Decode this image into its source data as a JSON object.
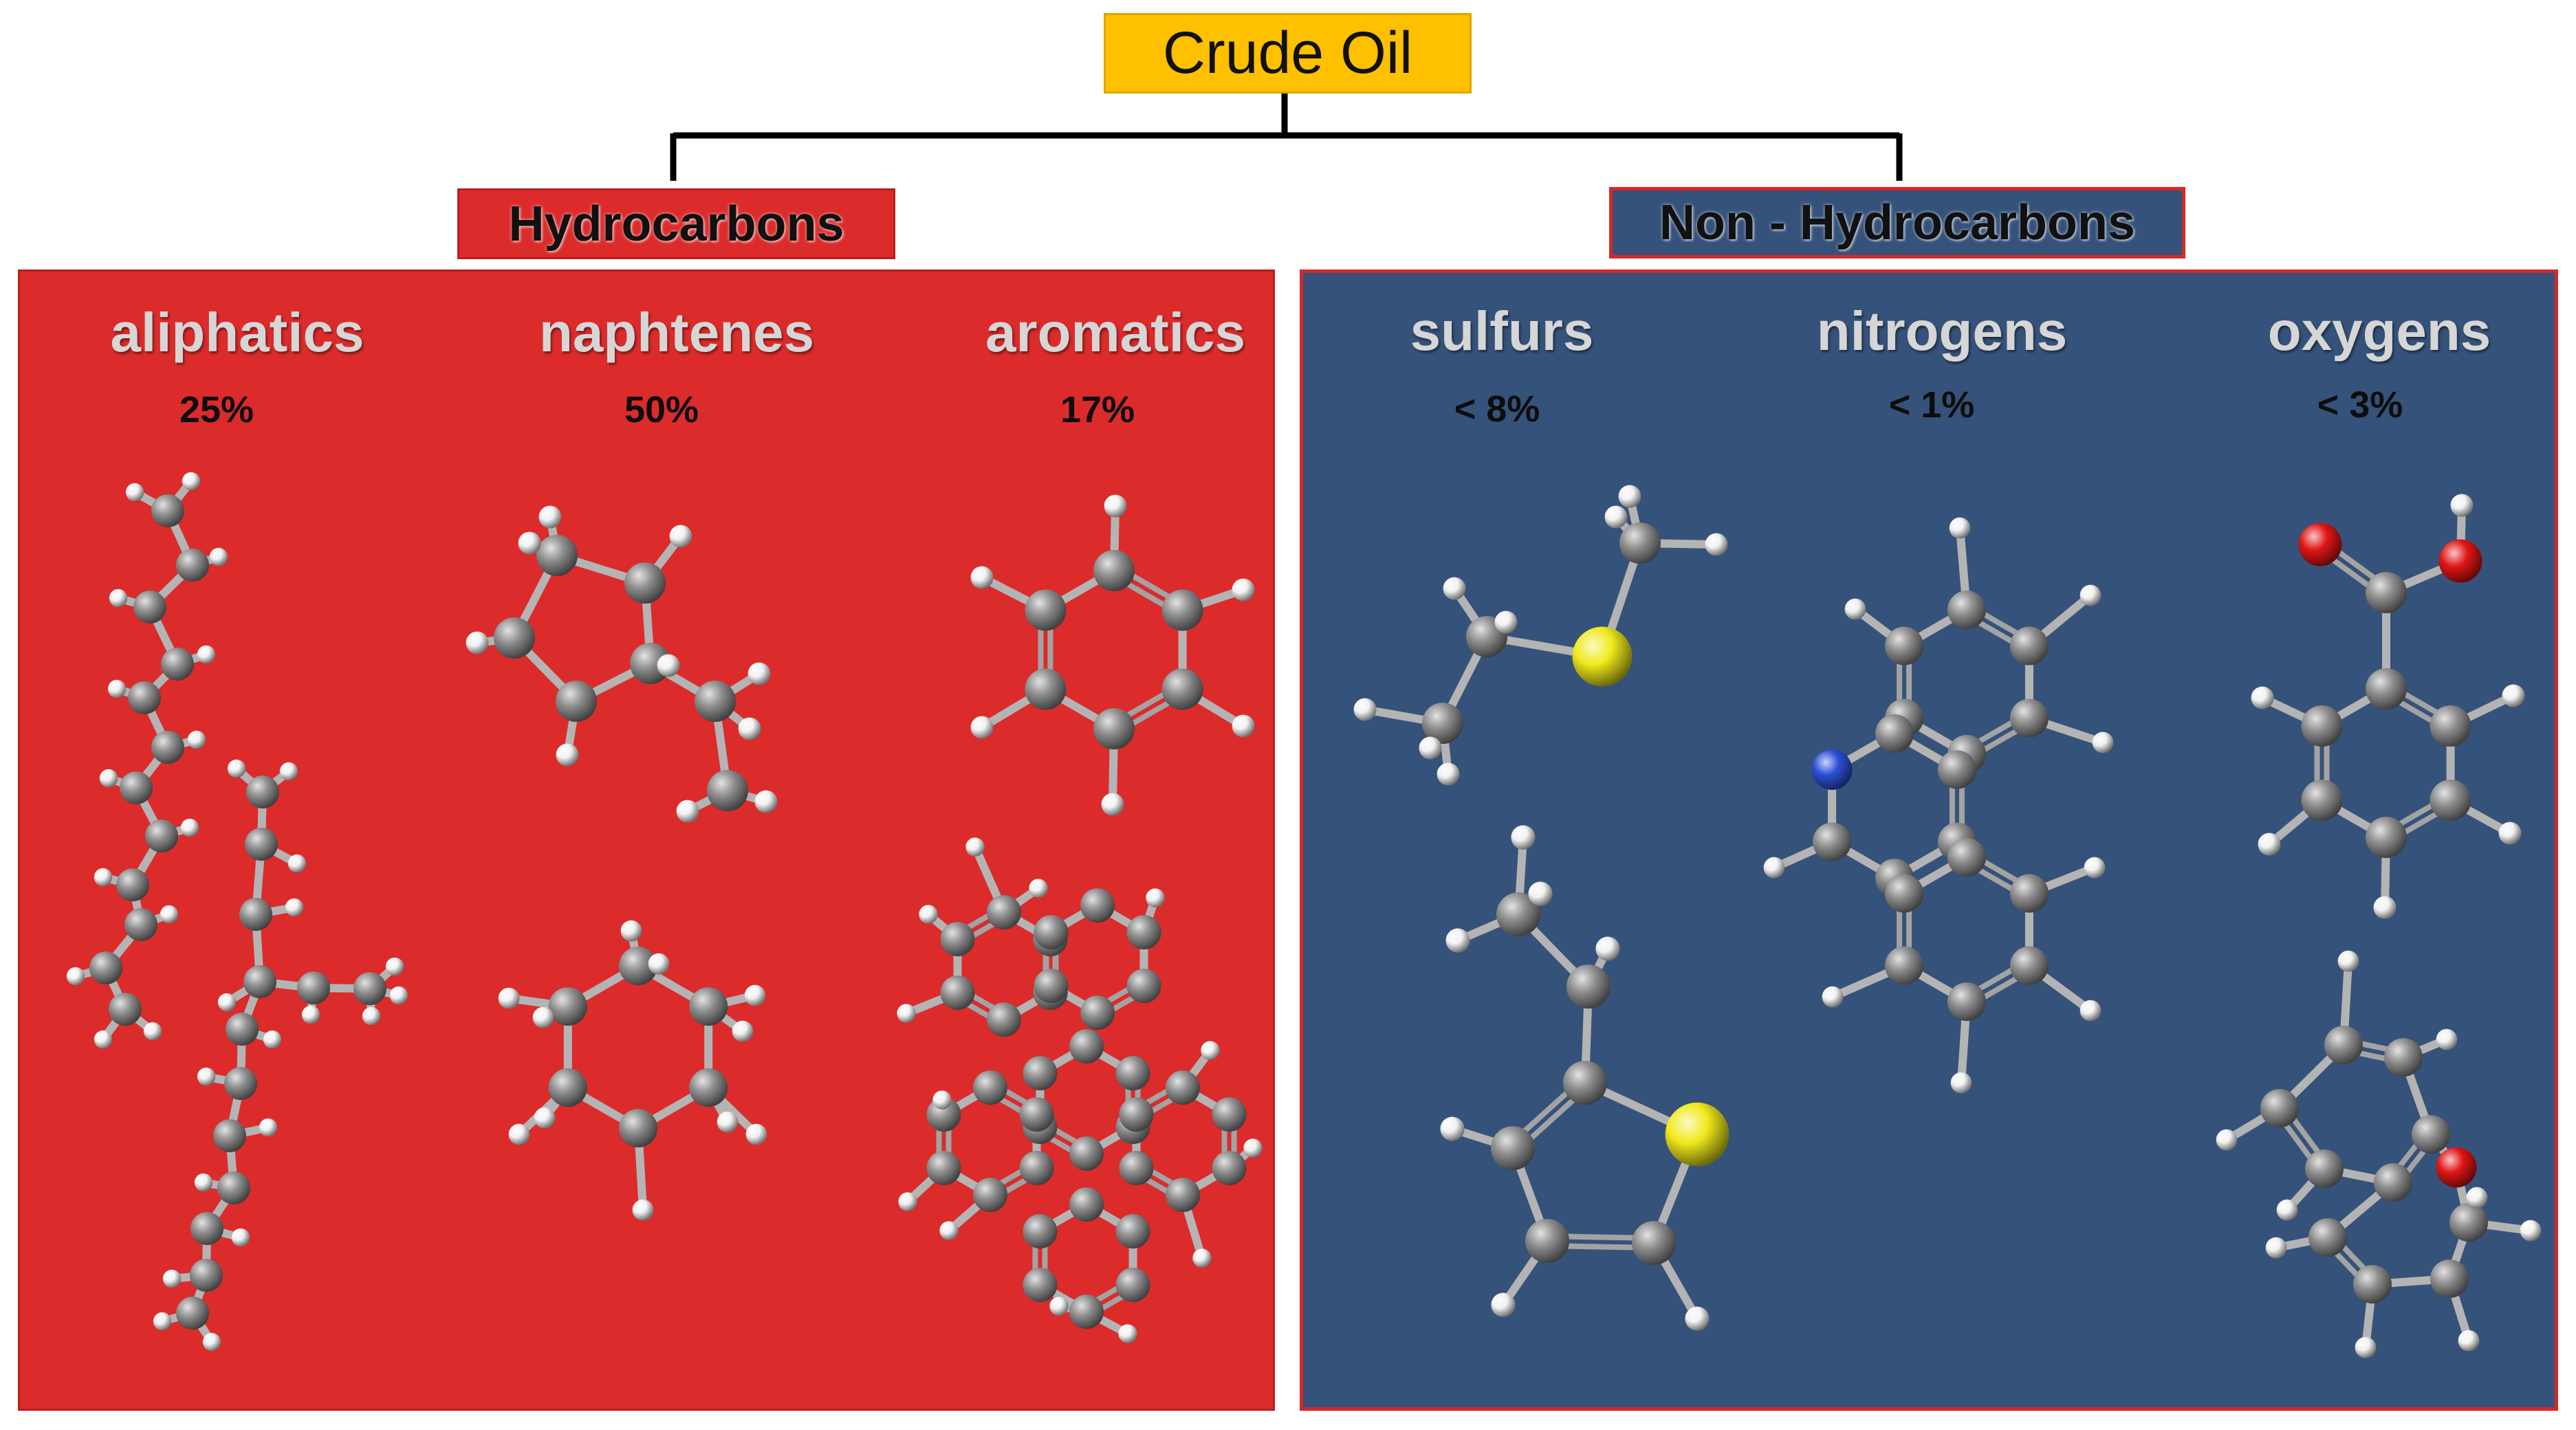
{
  "root": {
    "label": "Crude Oil"
  },
  "groups": [
    {
      "label": "Hydrocarbons",
      "color": "#dc2b2b"
    },
    {
      "label": "Non - Hydrocarbons",
      "color": "#35527a"
    }
  ],
  "categories": [
    {
      "name": "aliphatics",
      "share": "25%"
    },
    {
      "name": "naphtenes",
      "share": "50%"
    },
    {
      "name": "aromatics",
      "share": "17%"
    },
    {
      "name": "sulfurs",
      "share": "< 8%"
    },
    {
      "name": "nitrogens",
      "share": "< 1%"
    },
    {
      "name": "oxygens",
      "share": "< 3%"
    }
  ],
  "atom_colors": {
    "carbon": "#8e8e8e",
    "hydrogen": "#f2f2f2",
    "sulfur": "#f0ea1c",
    "nitrogen": "#2c4fd8",
    "oxygen": "#e01515"
  }
}
